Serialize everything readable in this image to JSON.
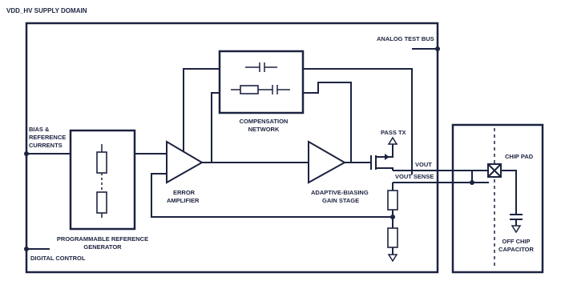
{
  "diagram": {
    "title": "VDD_HV SUPPLY DOMAIN",
    "labels": {
      "analog_test_bus": "ANALOG TEST BUS",
      "bias_line1": "BIAS &",
      "bias_line2": "REFERENCE",
      "bias_line3": "CURRENTS",
      "digital_control": "DIGITAL CONTROL",
      "prog_ref_line1": "PROGRAMMABLE REFERENCE",
      "prog_ref_line2": "GENERATOR",
      "comp_line1": "COMPENSATION",
      "comp_line2": "NETWORK",
      "error_amp_line1": "ERROR",
      "error_amp_line2": "AMPLIFIER",
      "gain_stage_line1": "ADAPTIVE-BIASING",
      "gain_stage_line2": "GAIN STAGE",
      "pass_tx": "PASS TX",
      "vout": "VOUT",
      "vout_sense": "VOUT SENSE",
      "chip_pad": "CHIP PAD",
      "off_chip_line1": "OFF CHIP",
      "off_chip_line2": "CAPACITOR"
    }
  }
}
